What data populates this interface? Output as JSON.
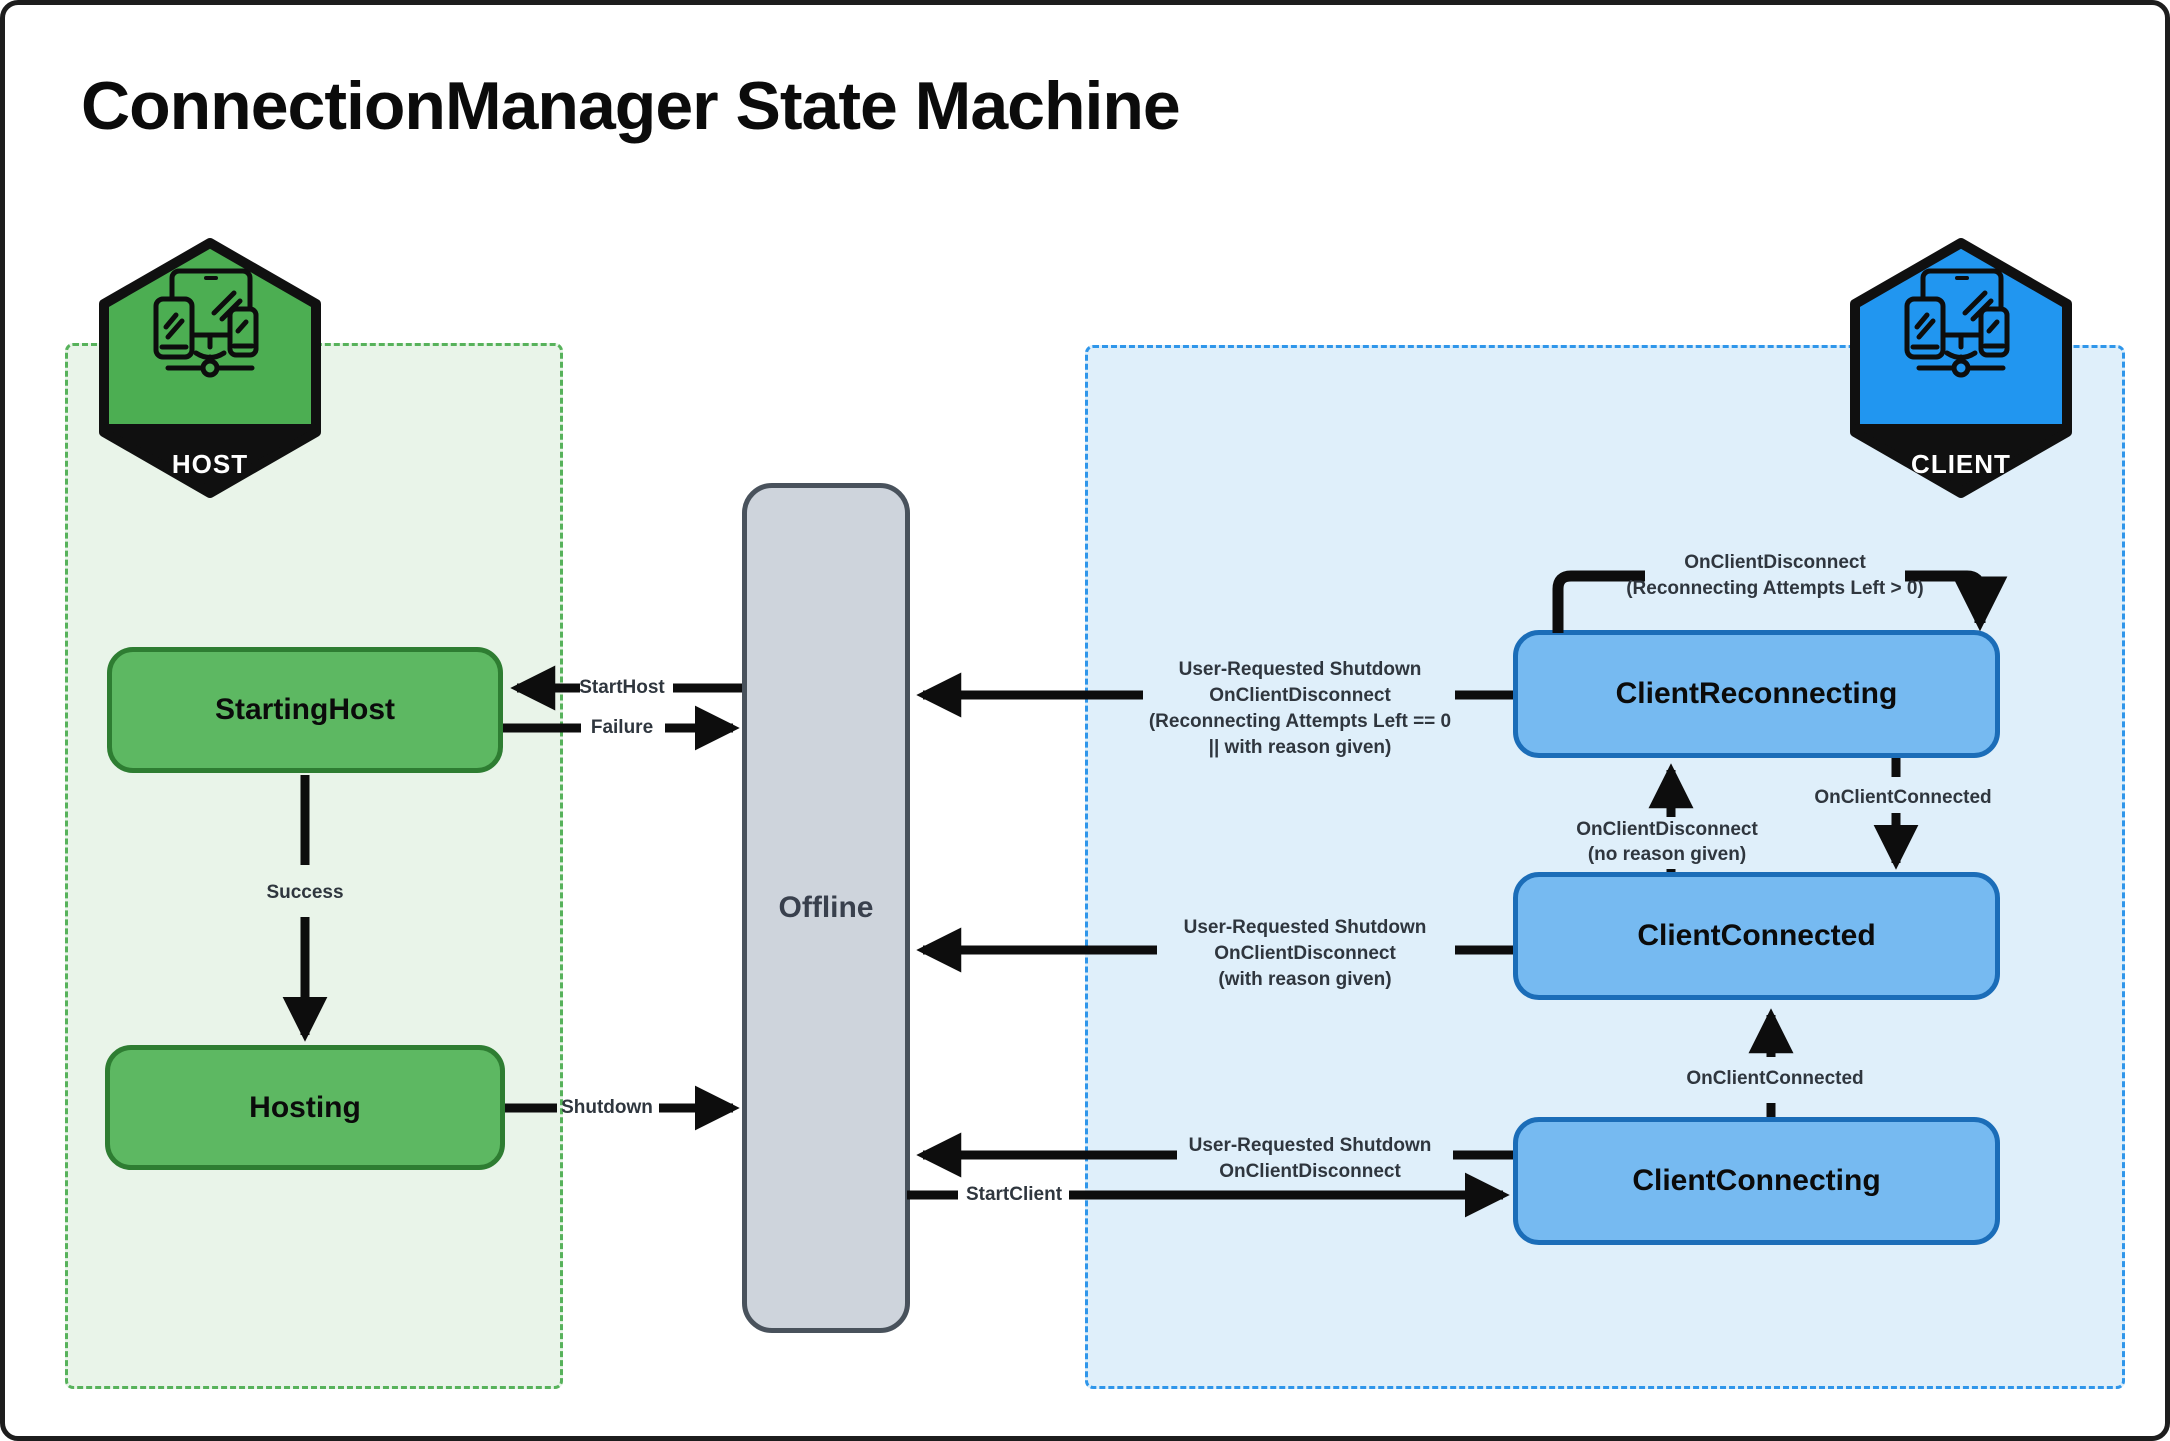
{
  "title": "ConnectionManager State Machine",
  "badges": {
    "host": "HOST",
    "client": "CLIENT"
  },
  "states": {
    "offline": "Offline",
    "starting_host": "StartingHost",
    "hosting": "Hosting",
    "client_reconnecting": "ClientReconnecting",
    "client_connected": "ClientConnected",
    "client_connecting": "ClientConnecting"
  },
  "transitions": {
    "start_host": "StartHost",
    "failure": "Failure",
    "success": "Success",
    "shutdown": "Shutdown",
    "start_client": "StartClient",
    "reconnecting_to_offline": "User-Requested Shutdown\nOnClientDisconnect\n(Reconnecting Attempts Left == 0\n|| with reason given)",
    "connected_to_offline": "User-Requested Shutdown\nOnClientDisconnect\n(with reason given)",
    "connecting_to_offline": "User-Requested Shutdown\nOnClientDisconnect",
    "reconnect_loop": "OnClientDisconnect\n(Reconnecting Attempts Left > 0)",
    "disconnect_no_reason": "OnClientDisconnect\n(no reason given)",
    "reconnecting_to_connected": "OnClientConnected",
    "connecting_to_connected": "OnClientConnected"
  },
  "colors": {
    "host_region_fill": "#e9f4e9",
    "host_region_border": "#57b25b",
    "host_state_fill": "#5db862",
    "host_state_border": "#2e7d32",
    "host_hexagon": "#4cae52",
    "client_region_fill": "#dfeffa",
    "client_region_border": "#2f96ea",
    "client_state_fill": "#76baf1",
    "client_state_border": "#1b6db8",
    "client_hexagon": "#2196f0",
    "offline_fill": "#ced4dc",
    "offline_border": "#49525c",
    "arrow": "#0d0d0d"
  }
}
